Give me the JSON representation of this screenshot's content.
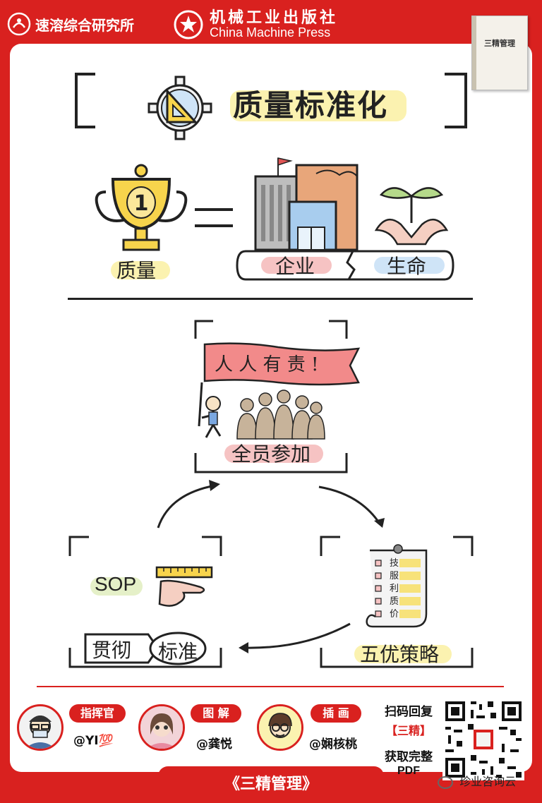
{
  "header": {
    "org_name": "速溶综合研究所",
    "publisher_cn": "机械工业出版社",
    "publisher_en": "China Machine Press",
    "book_cover_title": "三精管理"
  },
  "title": "质量标准化",
  "equation": {
    "left_label": "质量",
    "trophy_number": "1",
    "right_left_label": "企业",
    "right_right_label": "生命"
  },
  "cycle": {
    "top": {
      "flag_text": "人 人 有 责 !",
      "label": "全员参加"
    },
    "right": {
      "list_items": [
        "技",
        "服",
        "利",
        "质",
        "价"
      ],
      "label": "五优策略"
    },
    "left": {
      "sop_label": "SOP",
      "left_button": "贯彻",
      "right_button": "标准"
    }
  },
  "credits": [
    {
      "role": "指挥官",
      "name": "@YI💯"
    },
    {
      "role": "图 解",
      "name": "@龚悦"
    },
    {
      "role": "插 画",
      "name": "@娴核桃"
    }
  ],
  "scan": {
    "line1": "扫码回复",
    "line2": "【三精】",
    "line3": "获取完整",
    "line4": "PDF"
  },
  "footer": {
    "book_title": "《三精管理》",
    "wechat_account": "珍业咨询云"
  },
  "colors": {
    "brand_red": "#d9211f",
    "highlight_yellow": "#fbf2b0",
    "pink": "#f6c3c3",
    "blue_highlight": "#cfe4f7"
  }
}
